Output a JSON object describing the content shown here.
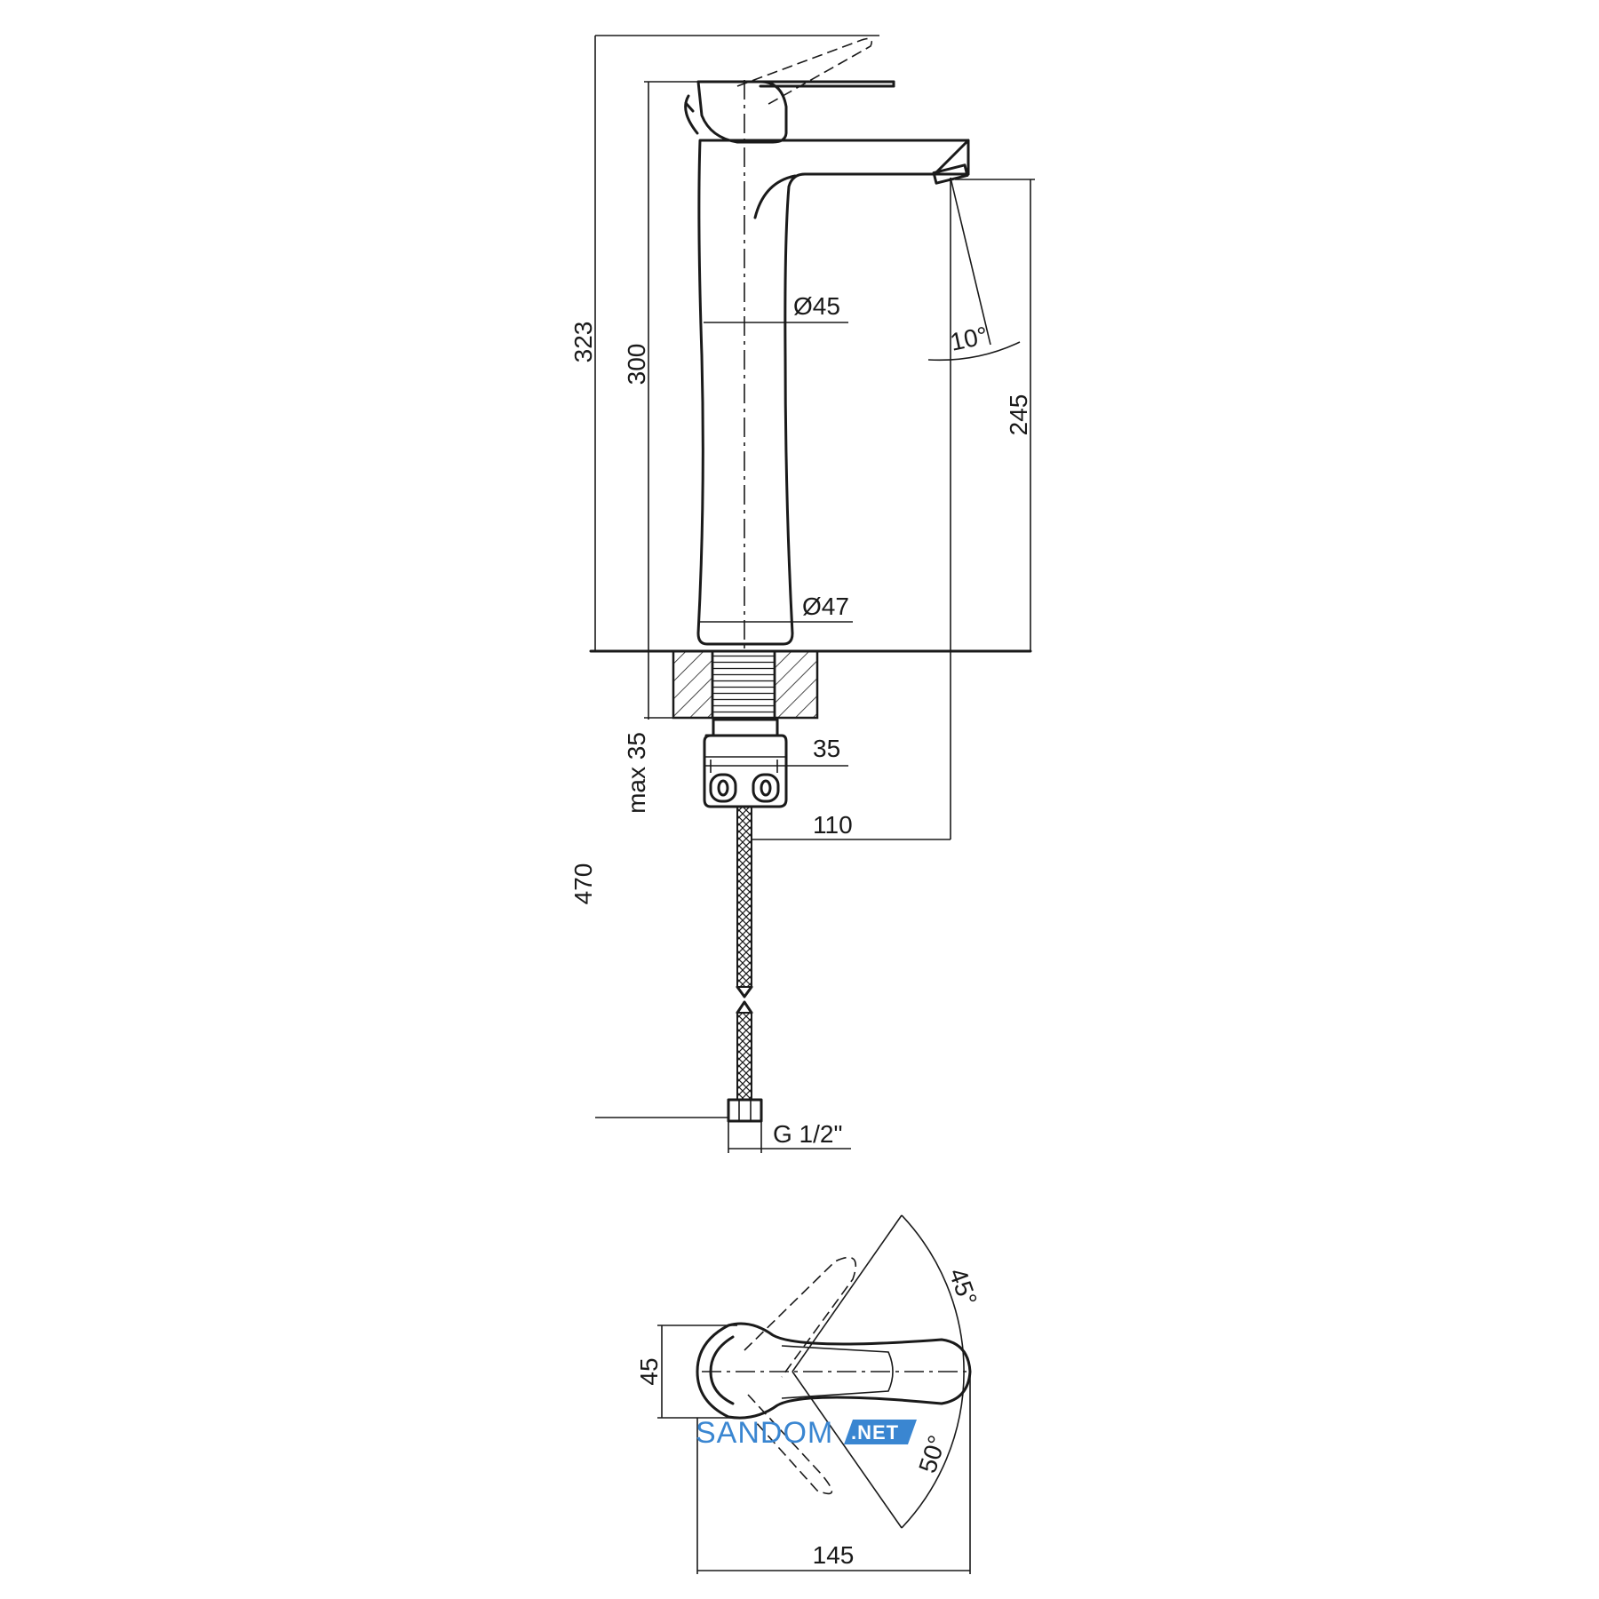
{
  "dimensions": {
    "total_height": "323",
    "body_height": "300",
    "diameter_top": "Ø45",
    "diameter_base": "Ø47",
    "spout_height": "245",
    "spout_angle": "10°",
    "max_thickness": "max 35",
    "shank": "35",
    "spout_reach": "110",
    "hose_length": "470",
    "thread": "G 1/2\"",
    "lever_width": "45",
    "lever_angle_top": "45°",
    "lever_angle_bottom": "50°",
    "overall_length": "145"
  },
  "watermark": {
    "brand": "SANDOM",
    "suffix": ".NET",
    "color": "#3a86d1"
  }
}
